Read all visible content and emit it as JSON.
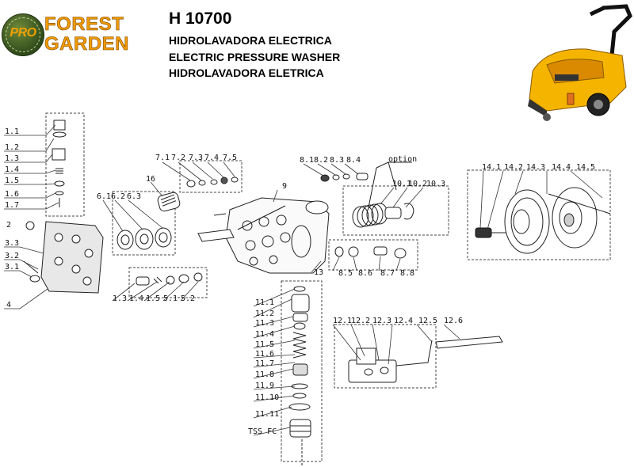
{
  "brand": {
    "line1": "FOREST",
    "line2": "GARDEN",
    "badge": "PRO"
  },
  "header": {
    "model": "H 10700",
    "lines": [
      "HIDROLAVADORA ELECTRICA",
      "ELECTRIC PRESSURE WASHER",
      "HIDROLAVADORA ELETRICA"
    ]
  },
  "option_label": "option",
  "part_labels": {
    "p1_1": "1.1",
    "p1_2": "1.2",
    "p1_3": "1.3",
    "p1_4": "1.4",
    "p1_5": "1.5",
    "p1_6": "1.6",
    "p1_7": "1.7",
    "p2": "2",
    "p3_3": "3.3",
    "p3_2": "3.2",
    "p3_1": "3.1",
    "p4": "4",
    "p6_1": "6.1",
    "p6_2": "6.2",
    "p6_3": "6.3",
    "p7_1": "7.1",
    "p7_2": "7.2",
    "p7_3": "7.3",
    "p7_4": "7.4",
    "p7_5": "7.5",
    "p16": "16",
    "p9": "9",
    "p8_1": "8.1",
    "p8_2": "8.2",
    "p8_3": "8.3",
    "p8_4": "8.4",
    "p10_1": "10.1",
    "p10_2": "10.2",
    "p10_3": "10.3",
    "p8_5": "8.5",
    "p8_6": "8.6",
    "p8_7": "8.7",
    "p8_8": "8.8",
    "p14_1": "14.1",
    "p14_2": "14.2",
    "p14_3": "14.3",
    "p14_4": "14.4",
    "p14_5": "14.5",
    "p13": "13",
    "p5_3": "1.3",
    "p5_4": "1.4",
    "p5_5": "1.5",
    "p5_6": "5.1",
    "p5_7": "5.2",
    "p11_1": "11.1",
    "p11_2": "11.2",
    "p11_3": "11.3",
    "p11_4": "11.4",
    "p11_5": "11.5",
    "p11_6": "11.6",
    "p11_7": "11.7",
    "p11_8": "11.8",
    "p11_9": "11.9",
    "p11_10": "11.10",
    "p11_11": "11.11",
    "tss": "TSS FC",
    "p12_1": "12.1",
    "p12_2": "12.2",
    "p12_3": "12.3",
    "p12_4": "12.4",
    "p12_5": "12.5",
    "p12_6": "12.6"
  }
}
